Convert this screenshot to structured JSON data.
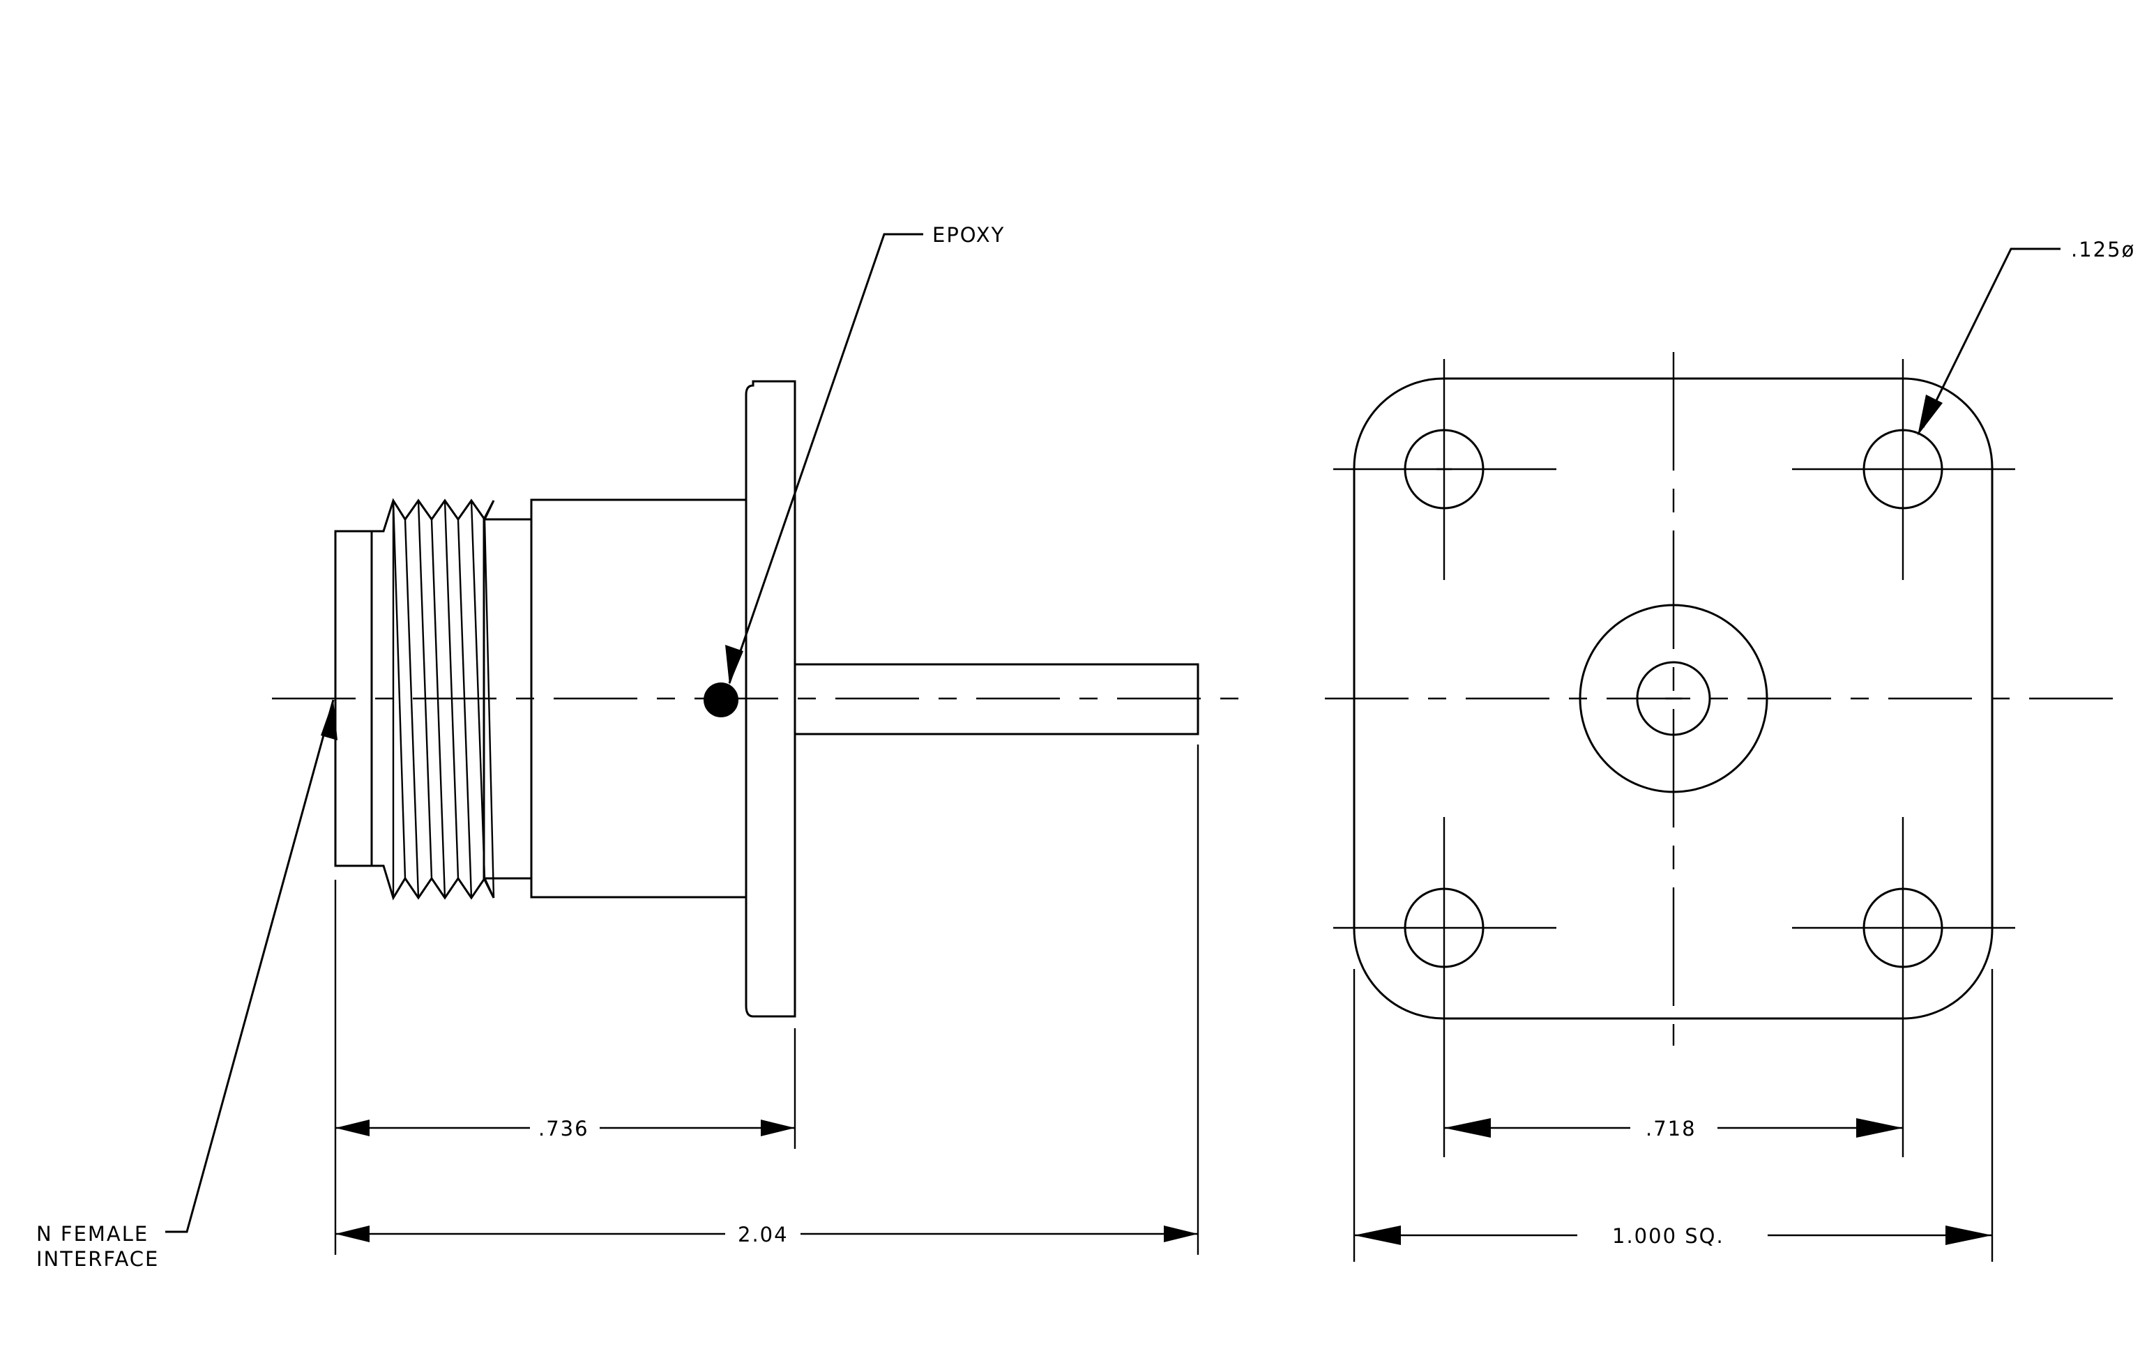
{
  "labels": {
    "epoxy": "EPOXY",
    "hole_diameter": ".125ø",
    "n_female_line1": "N FEMALE",
    "n_female_line2": "INTERFACE",
    "dim_flange": ".736",
    "dim_overall": "2.04",
    "dim_hole_spacing": ".718",
    "dim_square": "1.000 SQ."
  },
  "colors": {
    "line": "#000000",
    "background": "#ffffff"
  }
}
